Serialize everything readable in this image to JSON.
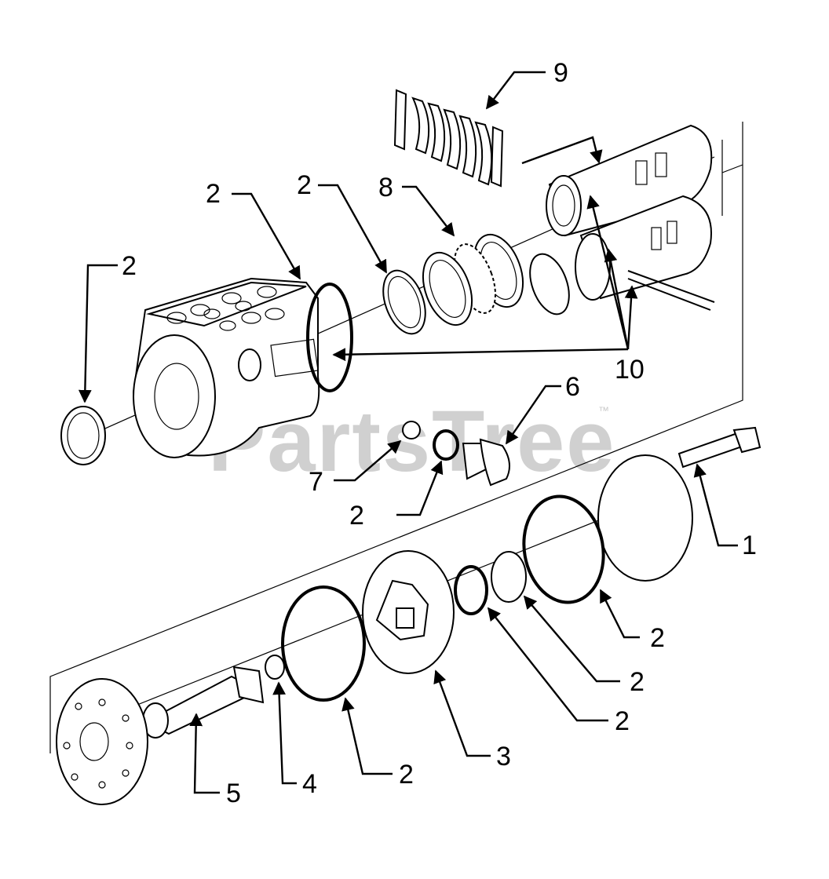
{
  "watermark": {
    "text": "PartsTree",
    "trademark": "™"
  },
  "callouts": [
    {
      "id": "c-9",
      "label": "9"
    },
    {
      "id": "c-2a",
      "label": "2"
    },
    {
      "id": "c-2b",
      "label": "2"
    },
    {
      "id": "c-8",
      "label": "8"
    },
    {
      "id": "c-2c",
      "label": "2"
    },
    {
      "id": "c-10",
      "label": "10"
    },
    {
      "id": "c-6",
      "label": "6"
    },
    {
      "id": "c-7",
      "label": "7"
    },
    {
      "id": "c-2d",
      "label": "2"
    },
    {
      "id": "c-1",
      "label": "1"
    },
    {
      "id": "c-2e",
      "label": "2"
    },
    {
      "id": "c-2f",
      "label": "2"
    },
    {
      "id": "c-2g",
      "label": "2"
    },
    {
      "id": "c-3",
      "label": "3"
    },
    {
      "id": "c-2h",
      "label": "2"
    },
    {
      "id": "c-4",
      "label": "4"
    },
    {
      "id": "c-5",
      "label": "5"
    }
  ]
}
